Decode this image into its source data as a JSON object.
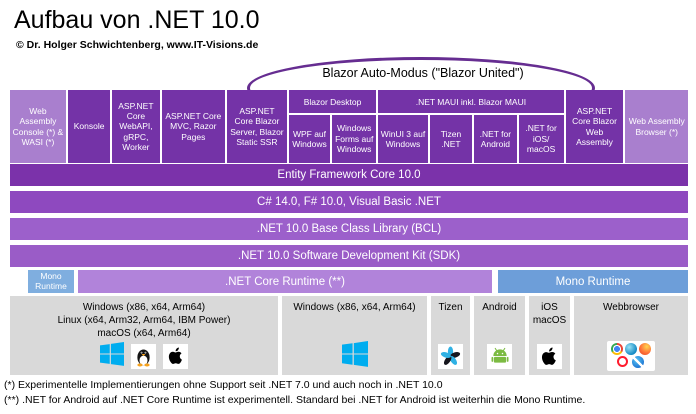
{
  "header": {
    "title": "Aufbau von .NET 10.0",
    "copyright": "© Dr. Holger Schwichtenberg,  www.IT-Visions.de"
  },
  "bracket": {
    "label": "Blazor Auto-Modus (\"Blazor United\")"
  },
  "app_row": {
    "wasm_console": "Web Assembly Console (*) & WASI (*)",
    "konsole": "Konsole",
    "webapi": "ASP.NET Core WebAPI, gRPC, Worker",
    "mvc": "ASP.NET Core MVC, Razor Pages",
    "blazor_server": "ASP.NET Core Blazor Server, Blazor Static SSR",
    "blazor_desktop": {
      "title": "Blazor Desktop",
      "wpf": "WPF auf Windows",
      "winforms": "Windows Forms auf Windows"
    },
    "maui": {
      "title": ".NET MAUI inkl. Blazor MAUI",
      "winui": "WinUI 3 auf Windows",
      "tizen": "Tizen .NET",
      "android": ".NET for Android",
      "ios": ".NET for iOS/ macOS"
    },
    "blazor_wasm": "ASP.NET Core Blazor Web Assembly",
    "wasm_browser": "Web Assembly Browser (*)"
  },
  "layers": {
    "ef": "Entity Framework Core 10.0",
    "languages": "C# 14.0, F# 10.0, Visual Basic .NET",
    "bcl": ".NET 10.0 Base Class Library (BCL)",
    "sdk": ".NET 10.0 Software Development Kit (SDK)"
  },
  "runtimes": {
    "mono_left": "Mono Runtime",
    "core": ".NET Core Runtime (**)",
    "mono_right": "Mono Runtime"
  },
  "platforms": {
    "desktop_multi": "Windows (x86, x64, Arm64)\nLinux (x64, Arm32, Arm64, IBM Power)\nmacOS (x64, Arm64)",
    "windows": "Windows (x86, x64, Arm64)",
    "tizen": "Tizen",
    "android": "Android",
    "ios_macos": "iOS\nmacOS",
    "webbrowser": "Webbrowser"
  },
  "footnotes": [
    "(*) Experimentelle Implementierungen ohne Support seit .NET 7.0 und auch noch in .NET 10.0",
    "(**) .NET for Android auf .NET Core Runtime ist experimentell. Standard bei .NET for Android ist weiterhin die Mono Runtime."
  ],
  "palette": {
    "dark_purple": "#7433A7",
    "bar_ef": "#7B32AA",
    "bar_lang": "#8E49BF",
    "bar_bcl": "#9C60CB",
    "bar_sdk": "#9A5CC7",
    "runtime_purple": "#B183DA",
    "wasm_light_purple": "#A97FCE",
    "mono_blue_left": "#7FAEDF",
    "mono_blue_right": "#6D9ED9",
    "platform_gray": "#D9D9D9",
    "bracket_purple": "#662D91",
    "windows_blue": "#00ADEF"
  }
}
